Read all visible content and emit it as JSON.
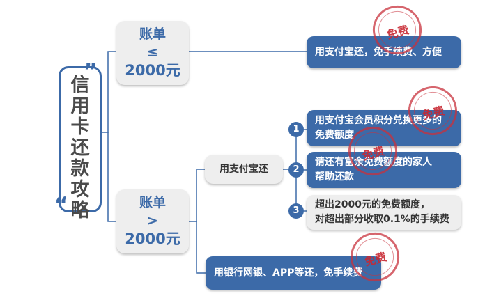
{
  "title": {
    "text": "信\n用\n卡\n还\n款\n攻\n略",
    "quote_open": "”",
    "quote_close": "“"
  },
  "branch_small": {
    "line1": "账单",
    "line2": "≤",
    "line3": "2000元",
    "result": "用支付宝还，免手续费、方便"
  },
  "branch_large": {
    "line1": "账单",
    "line2": ">",
    "line3": "2000元",
    "alipay_label": "用支付宝还",
    "options": [
      {
        "num": "1",
        "line1": "用支付宝会员积分兑换更多的",
        "line2": "免费额度"
      },
      {
        "num": "2",
        "line1": "请还有富余免费额度的家人",
        "line2": "帮助还款"
      },
      {
        "num": "3",
        "line1": "超出2000元的免费额度，",
        "line2": "对超出部分收取0.1%的手续费"
      }
    ],
    "bank_label": "用银行网银、APP等还，免手续费"
  },
  "stamp": {
    "text": "免费"
  },
  "colors": {
    "blue": "#3c6aa8",
    "grey": "#eeeeee",
    "stamp_red": "#c8323c"
  }
}
